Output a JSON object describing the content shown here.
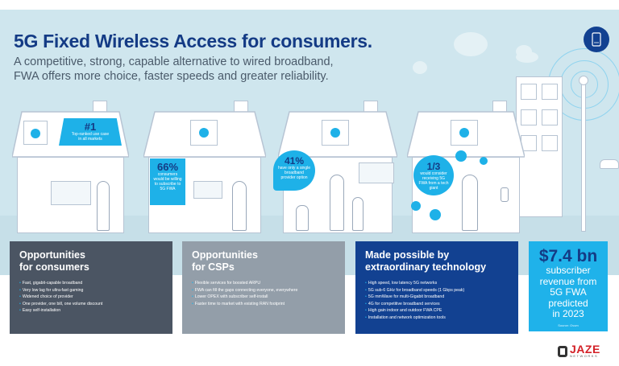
{
  "header": {
    "title": "5G Fixed Wireless Access for consumers.",
    "subtitle_line1": "A competitive, strong, capable alternative to wired broadband,",
    "subtitle_line2": "FWA offers more choice, faster speeds and greater reliability."
  },
  "badge": {
    "icon": "smartphone-icon"
  },
  "houses": [
    {
      "stat": "#1",
      "text": "Top-ranked use case in all markets",
      "shape": "roof-banner"
    },
    {
      "stat": "66%",
      "text": "consumers would be willing to subscribe to 5G FWA",
      "shape": "note"
    },
    {
      "stat": "41%",
      "text": "have only a single broadband provider option",
      "shape": "speech-bubble"
    },
    {
      "stat": "1/3",
      "text": "would consider receiving 5G FWA from a tech giant",
      "shape": "circle"
    }
  ],
  "panels": [
    {
      "title_line1": "Opportunities",
      "title_line2": "for consumers",
      "items": [
        "Fast, gigabit-capable broadband",
        "Very low lag for ultra-fast gaming",
        "Widened choice of provider",
        "One provider, one bill, one volume discount",
        "Easy self-installation"
      ]
    },
    {
      "title_line1": "Opportunities",
      "title_line2": "for CSPs",
      "items": [
        "Flexible services for boosted ARPU",
        "FWA can fill the gaps connecting everyone, everywhere",
        "Lower OPEX with subscriber self-install",
        "Faster time to market with existing RAN footprint"
      ]
    },
    {
      "title_line1": "Made possible by",
      "title_line2": "extraordinary technology",
      "items": [
        "High speed, low latency 5G networks",
        "5G sub-6 GHz for broadband speeds (1 Gbps peak)",
        "5G mmWave for multi-Gigabit broadband",
        "4G for competitive broadband services",
        "High gain indoor and outdoor FWA CPE",
        "Installation and network optimization tools"
      ]
    }
  ],
  "revenue": {
    "amount": "$7.4 bn",
    "line1": "subscriber",
    "line2": "revenue from",
    "line3": "5G FWA",
    "line4": "predicted",
    "line5": "in 2023",
    "source": "Source: Ovum"
  },
  "logo": {
    "name": "JAZE",
    "sub": "NETWORKS"
  },
  "colors": {
    "navy": "#143b85",
    "cyan": "#1eb1e8",
    "sky": "#cfe6ee",
    "panel_dark": "#4b5563",
    "panel_grey": "#939ea9",
    "panel_blue": "#124191",
    "logo_red": "#d32027"
  }
}
